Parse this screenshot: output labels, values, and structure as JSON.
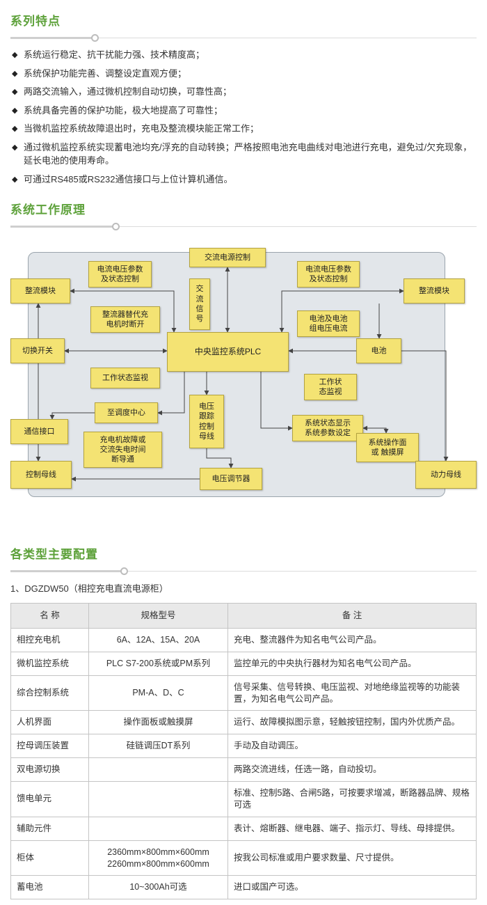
{
  "features": {
    "title": "系列特点",
    "bullet": "◆",
    "items": [
      "系统运行稳定、抗干扰能力强、技术精度高；",
      "系统保护功能完善、调整设定直观方便；",
      "两路交流输入，通过微机控制自动切换，可靠性高；",
      "系统具备完善的保护功能，极大地提高了可靠性；",
      "当微机监控系统故障退出时，充电及整流模块能正常工作；",
      "通过微机监控系统实现蓄电池均充/浮充的自动转换；严格按照电池充电曲线对电池进行充电，避免过/欠充现象，延长电池的使用寿命。",
      "可通过RS485或RS232通信接口与上位计算机通信。"
    ]
  },
  "principle": {
    "title": "系统工作原理"
  },
  "diagram": {
    "boxes": [
      {
        "label": "交流电源控制"
      },
      {
        "label": "电流电压参数\n及状态控制"
      },
      {
        "label": "电流电压参数\n及状态控制"
      },
      {
        "label": "整流模块"
      },
      {
        "label": "交\n流\n信\n号"
      },
      {
        "label": "整流模块"
      },
      {
        "label": "整流器替代充\n电机时断开"
      },
      {
        "label": "电池及电池\n组电压电流"
      },
      {
        "label": "切换开关"
      },
      {
        "label": "中央监控系统PLC"
      },
      {
        "label": "电池"
      },
      {
        "label": "工作状态监视"
      },
      {
        "label": "工作状\n态监视"
      },
      {
        "label": "至调度中心"
      },
      {
        "label": "电压\n跟踪\n控制\n母线"
      },
      {
        "label": "系统状态显示\n系统参数设定"
      },
      {
        "label": "通信接口"
      },
      {
        "label": "充电机故障或\n交流失电时间\n断导通"
      },
      {
        "label": "系统操作面\n或 触摸屏"
      },
      {
        "label": "控制母线"
      },
      {
        "label": "电压调节器"
      },
      {
        "label": "动力母线"
      }
    ]
  },
  "config": {
    "title": "各类型主要配置",
    "subtitle": "1、DGZDW50（相控充电直流电源柜）",
    "table": {
      "headers": [
        "名  称",
        "规格型号",
        "备  注"
      ],
      "rows": [
        [
          "相控充电机",
          "6A、12A、15A、20A",
          "充电、整流器件为知名电气公司产品。"
        ],
        [
          "微机监控系统",
          "PLC  S7-200系统或PM系列",
          "监控单元的中央执行器材为知名电气公司产品。"
        ],
        [
          "综合控制系统",
          "PM-A、D、C",
          "信号采集、信号转换、电压监视、对地绝缘监视等的功能装置，为知名电气公司产品。"
        ],
        [
          "人机界面",
          "操作面板或触摸屏",
          "运行、故障模拟图示意，轻触按钮控制，国内外优质产品。"
        ],
        [
          "控母调压装置",
          "硅链调压DT系列",
          "手动及自动调压。"
        ],
        [
          "双电源切换",
          "",
          "两路交流进线，任选一路，自动投切。"
        ],
        [
          "馈电单元",
          "",
          "标准、控制5路、合闸5路，可按要求增减，断路器品牌、规格可选"
        ],
        [
          "辅助元件",
          "",
          "表计、熔断器、继电器、端子、指示灯、导线、母排提供。"
        ],
        [
          "柜体",
          "2360mm×800mm×600mm\n2260mm×800mm×600mm",
          "按我公司标准或用户要求数量、尺寸提供。"
        ],
        [
          "蓄电池",
          "10~300Ah可选",
          "进口或国产可选。"
        ]
      ]
    }
  }
}
